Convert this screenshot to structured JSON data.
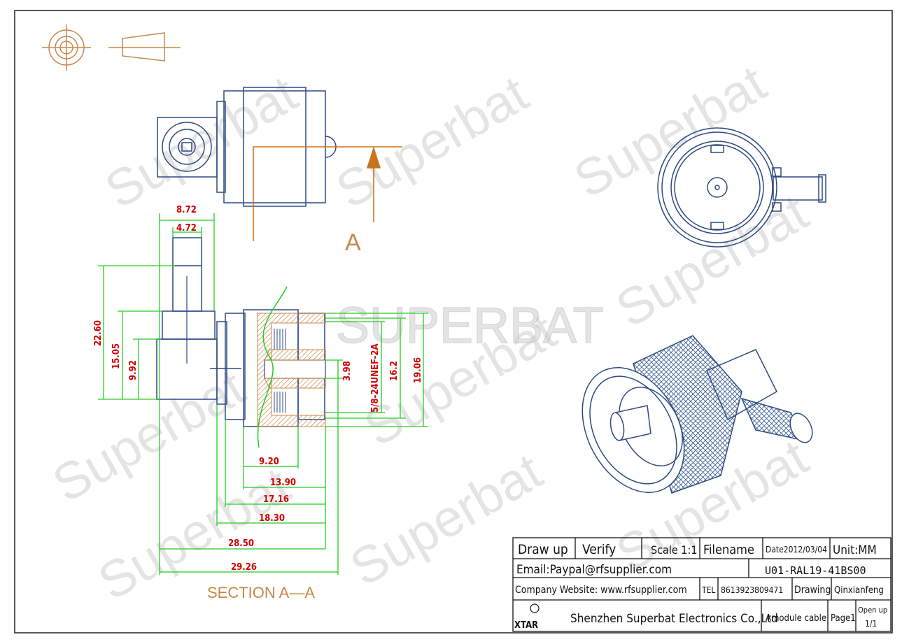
{
  "watermark": {
    "word": "Superbat",
    "center_word": "SUPERBAT"
  },
  "labels": {
    "section_marker": "A",
    "section_caption": "SECTION A—A"
  },
  "dimensions": {
    "d_8_72": "8.72",
    "d_4_72": "4.72",
    "d_22_60": "22.60",
    "d_15_05": "15.05",
    "d_9_92": "9.92",
    "d_3_98": "3.98",
    "d_thread": "5/8-24UNEF-2A",
    "d_16_2": "16.2",
    "d_19_06": "19.06",
    "d_9_20": "9.20",
    "d_13_90": "13.90",
    "d_17_16": "17.16",
    "d_18_30": "18.30",
    "d_28_50": "28.50",
    "d_29_26": "29.26"
  },
  "title_block": {
    "draw_up": "Draw up",
    "verify": "Verify",
    "scale": "Scale 1:1",
    "filename": "Filename",
    "date": "Date2012/03/04",
    "unit": "Unit:MM",
    "email": "Email:Paypal@rfsupplier.com",
    "part_number": "U01-RAL19-41BS00",
    "website": "Company Website:  www.rfsupplier.com",
    "tel_label": "TEL",
    "tel": "8613923809471",
    "drawing": "Drawing",
    "drawer": "Qinxianfeng",
    "logo_text": "XTAR",
    "company": "Shenzhen Superbat Electronics Co.,Ltd",
    "module": "Amodule cable",
    "page": "Page1",
    "open_up": "Open up",
    "open_up_value": "1/1"
  },
  "colors": {
    "outline": "#2d4a82",
    "dimension_line": "#22cc22",
    "dimension_text": "#d00000",
    "section_line": "#c8741e",
    "hatch": "#c8884a"
  }
}
